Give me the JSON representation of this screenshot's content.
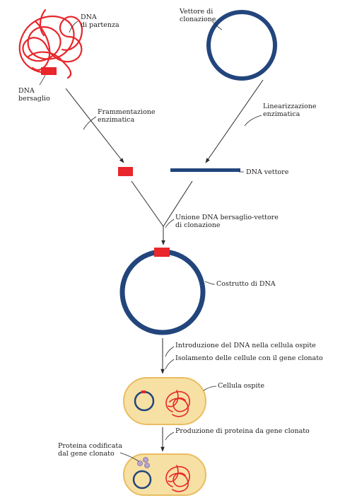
{
  "colors": {
    "dna_red": "#e8262b",
    "vector_blue": "#22457c",
    "cell_fill": "#f7e0a3",
    "cell_stroke": "#e9bd62",
    "protein": "#b6a4cf",
    "arrow": "#2a2a2a"
  },
  "labels": {
    "starting_dna": [
      "DNA",
      "di partenza"
    ],
    "target_dna": [
      "DNA",
      "bersaglio"
    ],
    "cloning_vector": [
      "Vettore di",
      "clonazione"
    ],
    "enzymatic_fragmentation": [
      "Frammentazione",
      "enzimatica"
    ],
    "enzymatic_linearization": [
      "Linearizzazione",
      "enzimatica"
    ],
    "vector_dna": "DNA vettore",
    "joining": [
      "Unione DNA bersaglio-vettore",
      "di clonazione"
    ],
    "dna_construct": "Costrutto di DNA",
    "introduction": "Introduzione del DNA nella cellula ospite",
    "isolation": "Isolamento delle cellule con il gene clonato",
    "host_cell": "Cellula ospite",
    "protein_production": "Produzione di proteina da gene clonato",
    "encoded_protein": [
      "Proteina codificata",
      "dal gene clonato"
    ]
  }
}
